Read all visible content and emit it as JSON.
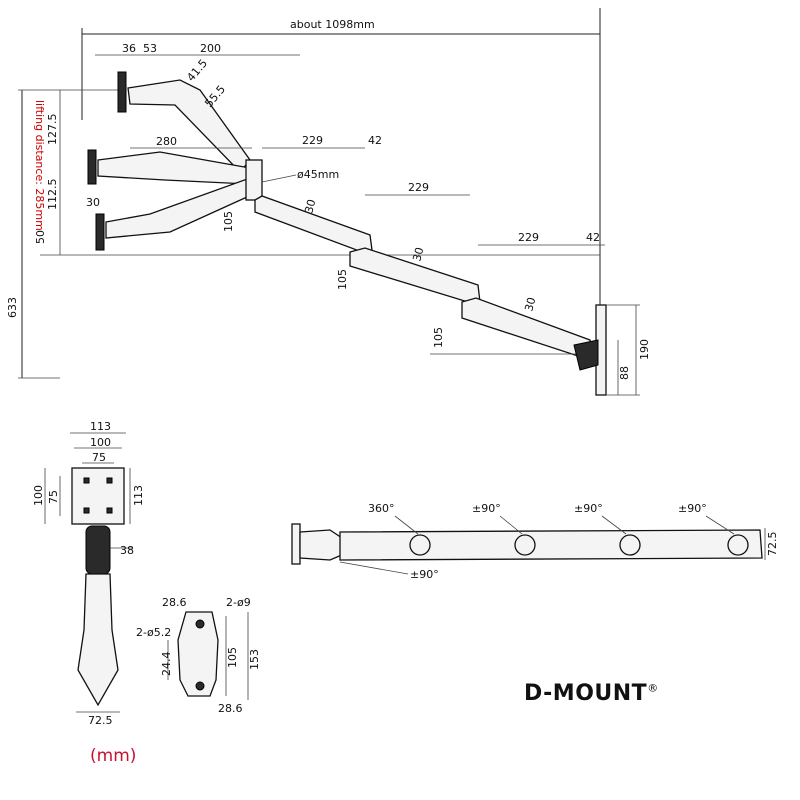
{
  "side_view": {
    "overall_width": "about 1098mm",
    "overall_height": "633",
    "lifting_distance": "lifting distance: 285mm",
    "top_dims": [
      "36",
      "53",
      "200"
    ],
    "arm_dims": [
      "41.5",
      "55.5",
      "280"
    ],
    "left_dims": [
      "127.5",
      "112.5",
      "50",
      "30"
    ],
    "segment_dims": [
      "229",
      "42",
      "229",
      "229",
      "42"
    ],
    "pole": "ø45mm",
    "angle": "30",
    "heights": [
      "105",
      "105",
      "105",
      "190",
      "88"
    ]
  },
  "front_view": {
    "width_dims": [
      "113",
      "100",
      "75"
    ],
    "height_dims": [
      "100",
      "75",
      "113"
    ],
    "arm_width": "38",
    "base_width": "72.5"
  },
  "mount_view": {
    "top_dim": "28.6",
    "holes_top": "2-ø9",
    "holes_mid": "2-ø5.2",
    "height_dims": [
      "24.4",
      "105",
      "153"
    ],
    "bottom_dim": "28.6"
  },
  "top_view": {
    "rotations": [
      "360°",
      "±90°",
      "±90°",
      "±90°",
      "±90°"
    ],
    "depth": "72.5"
  },
  "unit_label": "(mm)",
  "brand": {
    "name": "D-MOUNT",
    "mark": "®"
  }
}
